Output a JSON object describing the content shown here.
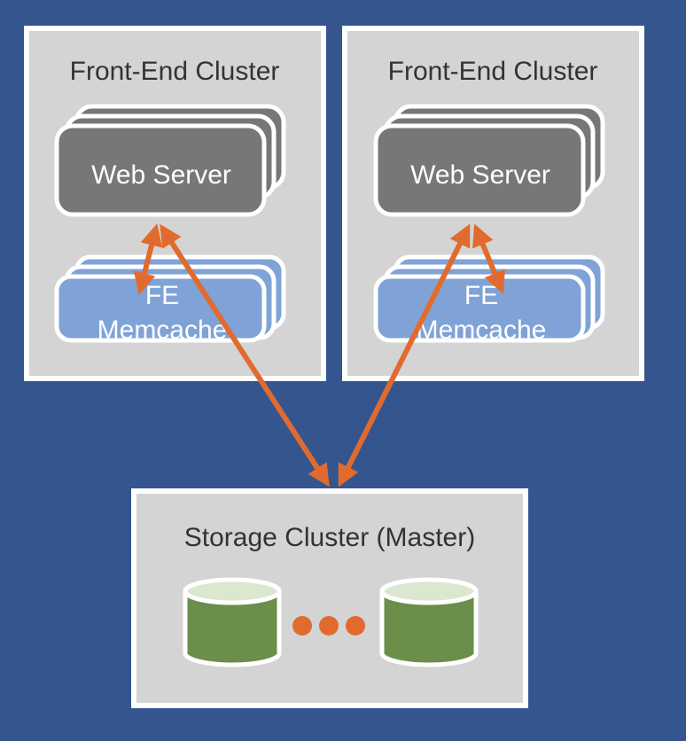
{
  "colors": {
    "background": "#35558f",
    "panel": "#d4d4d4",
    "panel_border": "#ffffff",
    "web_server": "#777777",
    "memcache": "#7fa3d6",
    "database": "#6b8e4a",
    "database_top": "#dbe8cf",
    "arrow": "#e16b2f"
  },
  "front_end_clusters": [
    {
      "title": "Front-End Cluster",
      "web_server_label": "Web Server",
      "memcache_label_line1": "FE",
      "memcache_label_line2": "Memcache"
    },
    {
      "title": "Front-End Cluster",
      "web_server_label": "Web Server",
      "memcache_label_line1": "FE",
      "memcache_label_line2": "Memcache"
    }
  ],
  "storage_cluster": {
    "title": "Storage Cluster (Master)"
  },
  "icons": [
    "database-icon",
    "ellipsis-icon",
    "bidirectional-arrow-icon"
  ]
}
